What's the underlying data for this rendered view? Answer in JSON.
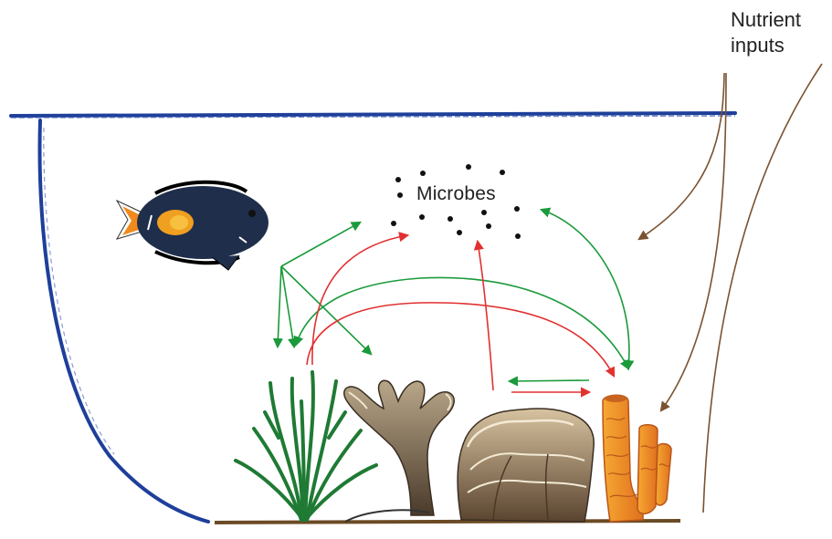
{
  "labels": {
    "microbes": "Microbes",
    "nutrient_inputs_line1": "Nutrient",
    "nutrient_inputs_line2": "inputs"
  },
  "colors": {
    "tank_outline": "#1e3f9a",
    "green_arrow": "#1a9a3a",
    "red_arrow": "#e23030",
    "nutrient_arrow": "#7a5230",
    "seagrass": "#1f7a34",
    "coral_brown": "#7a6a55",
    "sponge_orange": "#f08a2a",
    "substrate": "#6b4b25"
  },
  "icons": [
    "fish-icon",
    "seagrass-icon",
    "branching-coral-icon",
    "plate-coral-icon",
    "sponge-icon"
  ]
}
